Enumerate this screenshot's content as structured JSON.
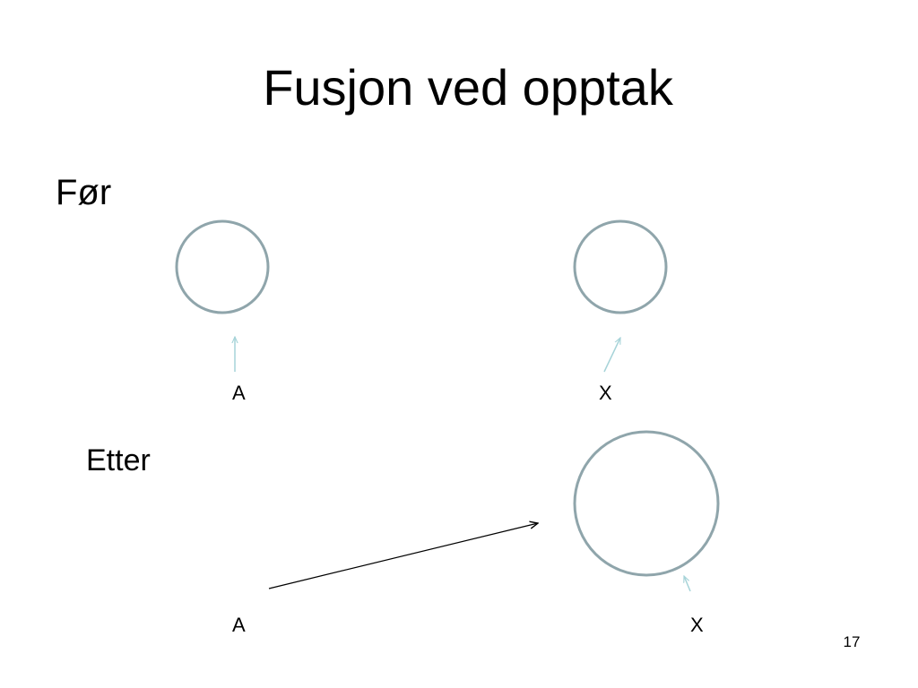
{
  "slide": {
    "title": "Fusjon ved opptak",
    "page_number": "17"
  },
  "before": {
    "label": "Før",
    "nodes": [
      {
        "label": "A"
      },
      {
        "label": "X"
      }
    ]
  },
  "after": {
    "label": "Etter",
    "nodes": [
      {
        "label": "A"
      },
      {
        "label": "X"
      }
    ]
  },
  "colors": {
    "circle_stroke": "#8fa5ab",
    "pointer_arrow": "#a6d3d8",
    "main_arrow": "#000000",
    "text": "#000000"
  }
}
